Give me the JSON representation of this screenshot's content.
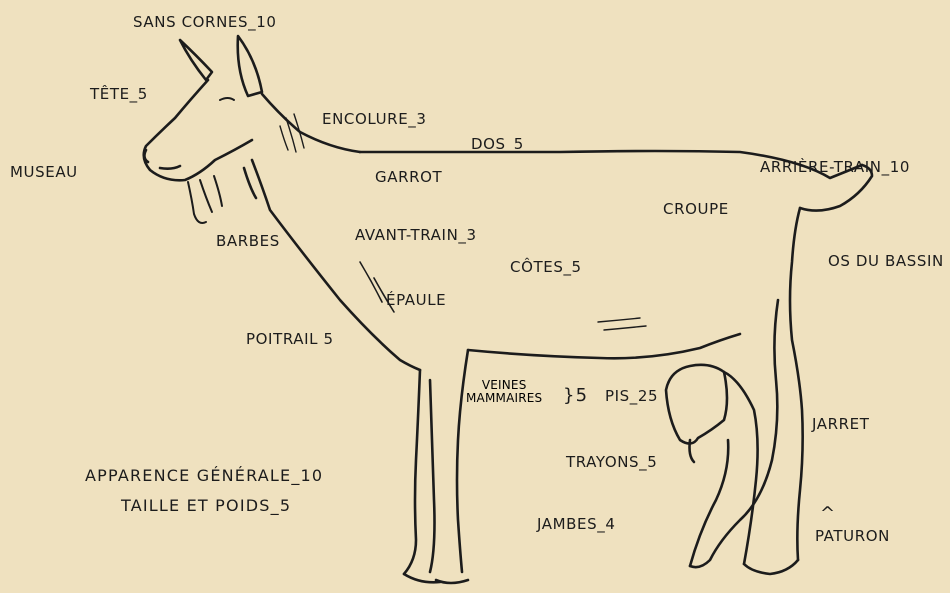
{
  "colors": {
    "background": "#efe1bf",
    "ink": "#1c1c1c"
  },
  "labels": {
    "sans_cornes": "SANS CORNES_10",
    "tete": "TÊTE_5",
    "museau": "MUSEAU",
    "encolure": "ENCOLURE_3",
    "dos": "DOS_5",
    "garrot": "GARROT",
    "arriere_train": "ARRIÈRE-TRAIN_10",
    "croupe": "CROUPE",
    "barbes": "BARBES",
    "avant_train": "AVANT-TRAIN_3",
    "cotes": "CÔTES_5",
    "os_du_bassin": "OS DU BASSIN",
    "epaule": "ÉPAULE",
    "poitrail": "POITRAIL 5",
    "veines_line1": "VEINES",
    "veines_line2": "MAMMAIRES",
    "veines_score": "}5",
    "pis": "PIS_25",
    "jarret": "JARRET",
    "trayons": "TRAYONS_5",
    "apparence": "APPARENCE GÉNÉRALE_10",
    "taille": "TAILLE ET POIDS_5",
    "jambes": "JAMBES_4",
    "paturon_mark": "^",
    "paturon": "PATURON"
  }
}
